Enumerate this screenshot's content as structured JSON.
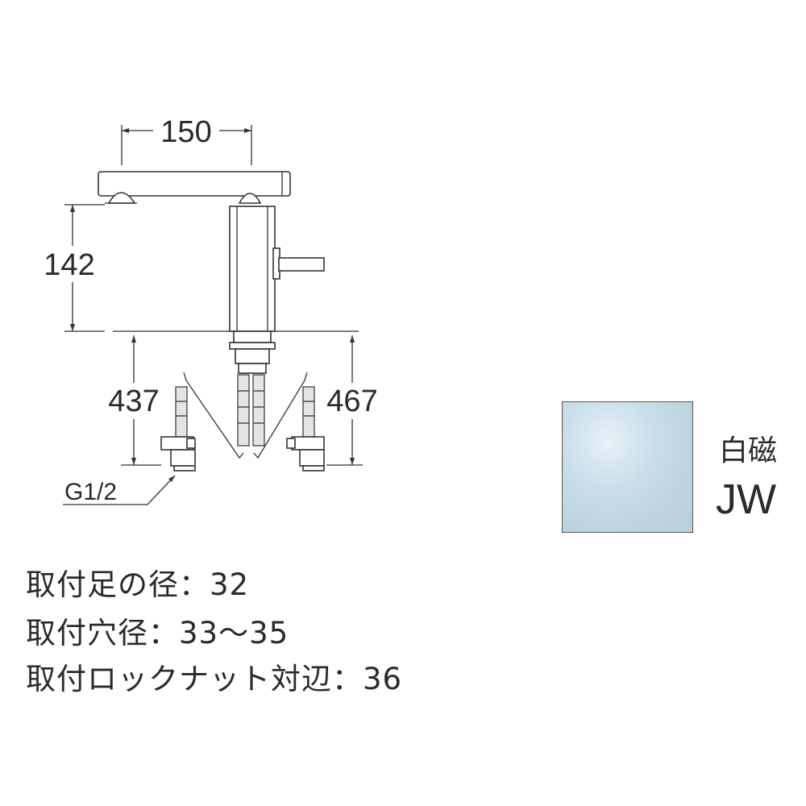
{
  "dimensions": {
    "spout_length": "150",
    "height": "142",
    "left_hose": "437",
    "right_hose": "467",
    "connection": "G1/2"
  },
  "specs": [
    "取付足の径：32",
    "取付穴径：33〜35",
    "取付ロックナット対辺：36"
  ],
  "color": {
    "name": "白磁",
    "code": "JW",
    "swatch_hex": "#c5dbe7"
  }
}
